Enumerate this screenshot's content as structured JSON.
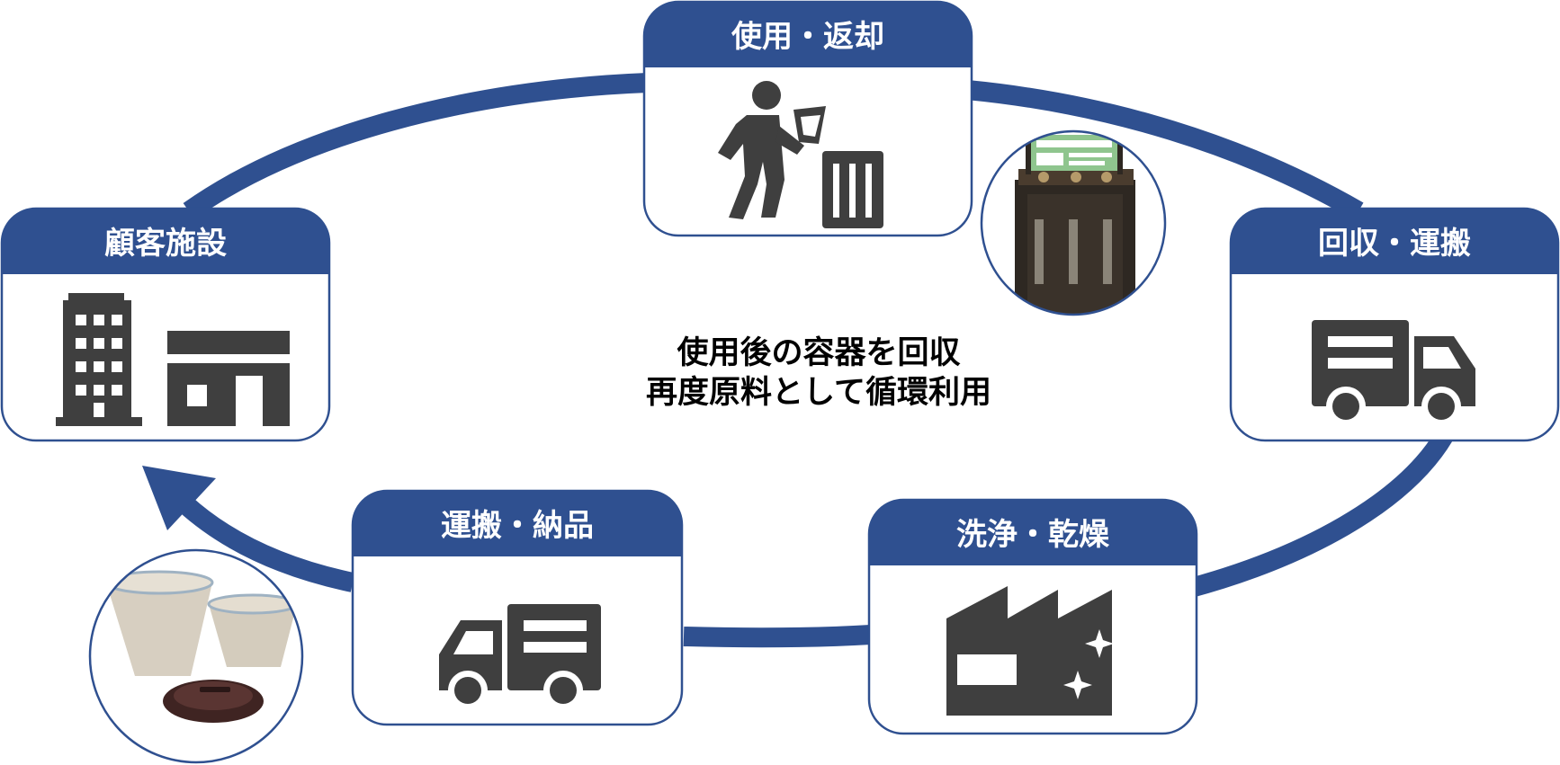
{
  "colors": {
    "accent": "#2f5090",
    "icon": "#3f3f3f",
    "background": "#ffffff"
  },
  "center": {
    "line1": "使用後の容器を回収",
    "line2": "再度原料として循環利用"
  },
  "steps": [
    {
      "title": "使用・返却",
      "icon": "person-discarding-cup-icon"
    },
    {
      "title": "回収・運搬",
      "icon": "truck-icon"
    },
    {
      "title": "洗浄・乾燥",
      "icon": "factory-icon"
    },
    {
      "title": "運搬・納品",
      "icon": "truck-icon"
    },
    {
      "title": "顧客施設",
      "icon": "buildings-icon"
    }
  ],
  "photos": [
    {
      "icon": "collection-bin-photo"
    },
    {
      "icon": "reusable-cups-photo"
    }
  ]
}
